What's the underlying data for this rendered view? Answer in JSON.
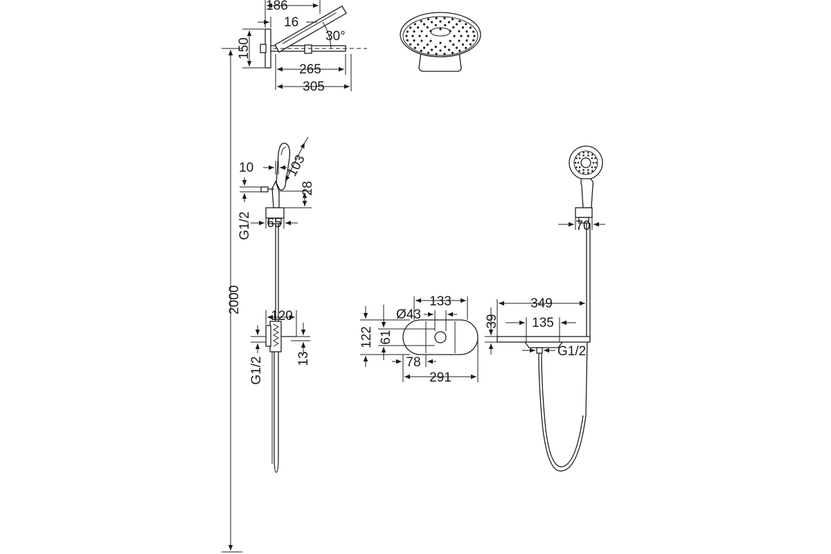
{
  "diagram": {
    "overall_height": "2000",
    "head_view": {
      "depth": "186",
      "offset": "16",
      "height": "150",
      "angle": "30°",
      "arm_length": "265",
      "total_length": "305"
    },
    "hand_view": {
      "gap": "10",
      "head_width": "103",
      "handle": "28",
      "bracket": "65",
      "thread_upper": "G1/2",
      "outlet_width": "120",
      "outlet_depth": "13",
      "thread_lower": "G1/2"
    },
    "control_view": {
      "width": "133",
      "height": "122",
      "inner_height": "61",
      "button_dia": "Ø43",
      "offset": "78",
      "total_width": "291"
    },
    "side_view": {
      "holder": "70",
      "reach": "349",
      "plate": "135",
      "height": "39",
      "thread": "G1/2"
    }
  }
}
